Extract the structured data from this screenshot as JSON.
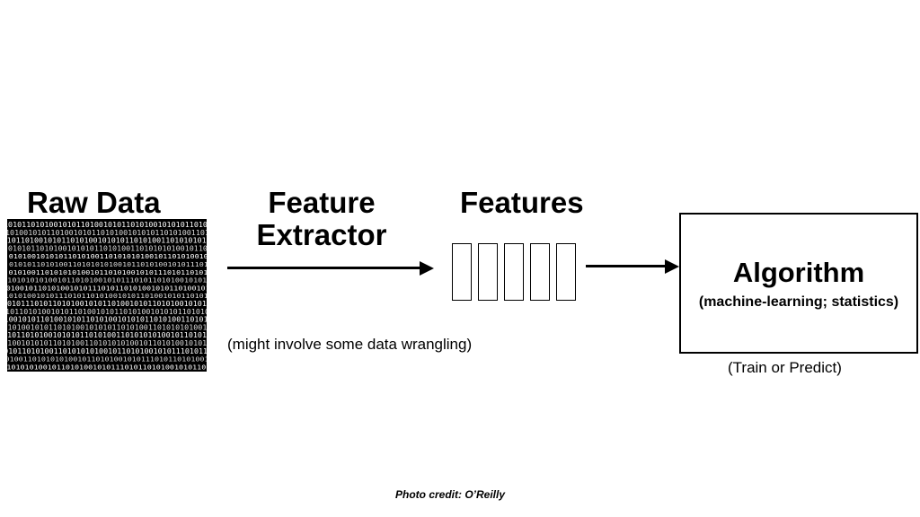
{
  "raw_data": {
    "title": "Raw Data",
    "binary_pattern": "1010110101001010110100101011010100101010110101001101010101001011010100101011"
  },
  "feature_extractor": {
    "title_line1": "Feature",
    "title_line2": "Extractor",
    "note": "(might involve some data wrangling)"
  },
  "features": {
    "title": "Features",
    "cell_count": 5
  },
  "algorithm": {
    "title": "Algorithm",
    "subtitle": "(machine-learning; statistics)",
    "note": "(Train or Predict)"
  },
  "credit": {
    "text": "Photo credit: O’Reilly"
  }
}
